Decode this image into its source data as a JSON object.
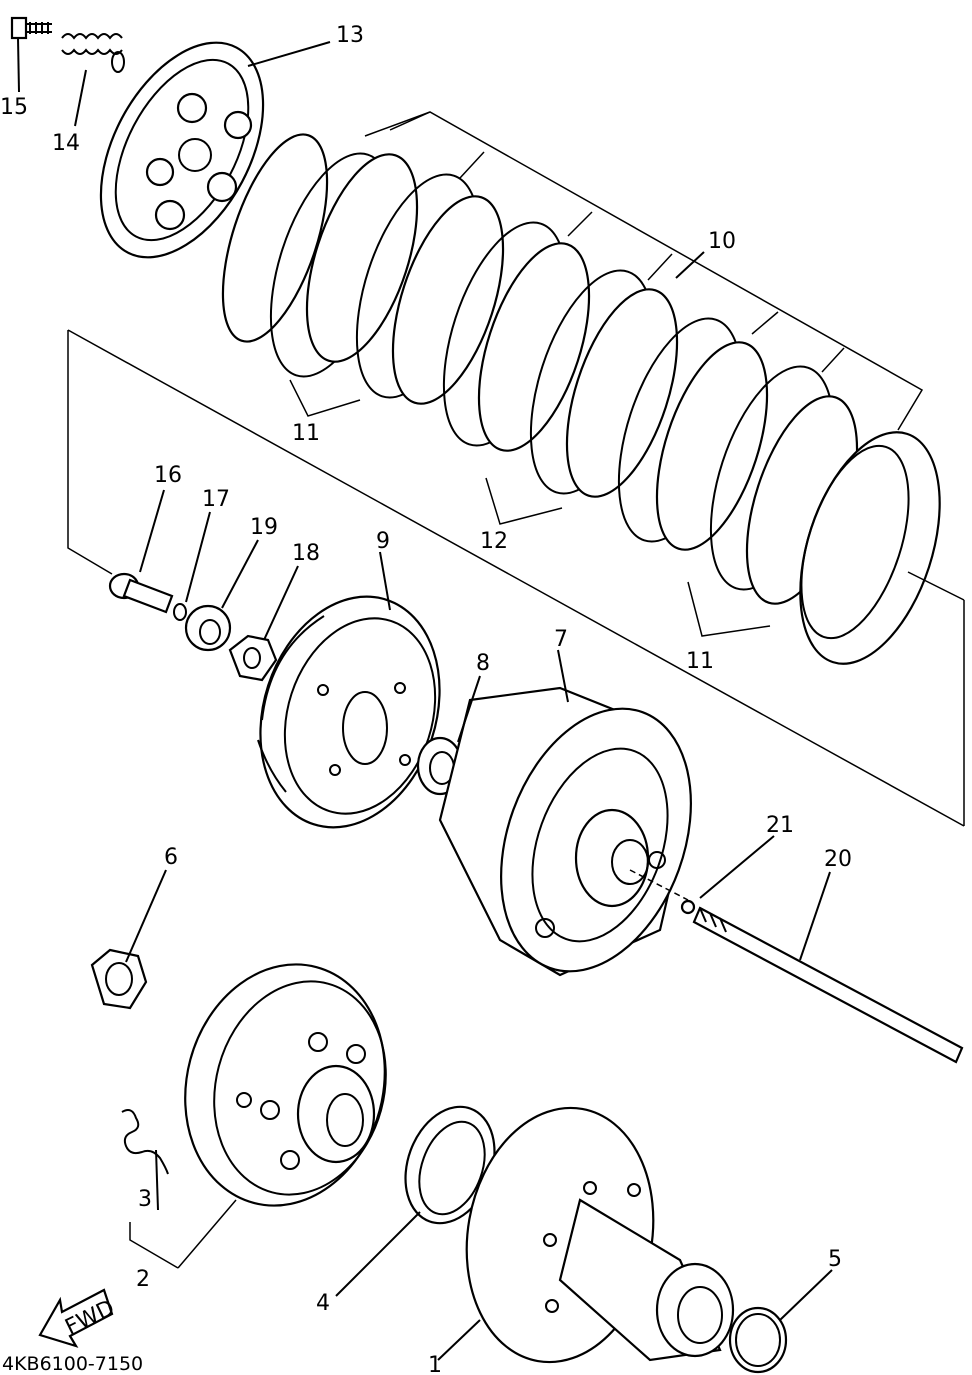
{
  "diagram": {
    "code": "4KB6100-7150",
    "fwd_label": "FWD",
    "part_numbers": {
      "p1": "1",
      "p2": "2",
      "p3": "3",
      "p4": "4",
      "p5": "5",
      "p6": "6",
      "p7": "7",
      "p8": "8",
      "p9": "9",
      "p10": "10",
      "p11a": "11",
      "p11b": "11",
      "p12": "12",
      "p13": "13",
      "p14": "14",
      "p15": "15",
      "p16": "16",
      "p17": "17",
      "p18": "18",
      "p19": "19",
      "p20": "20",
      "p21": "21"
    }
  }
}
